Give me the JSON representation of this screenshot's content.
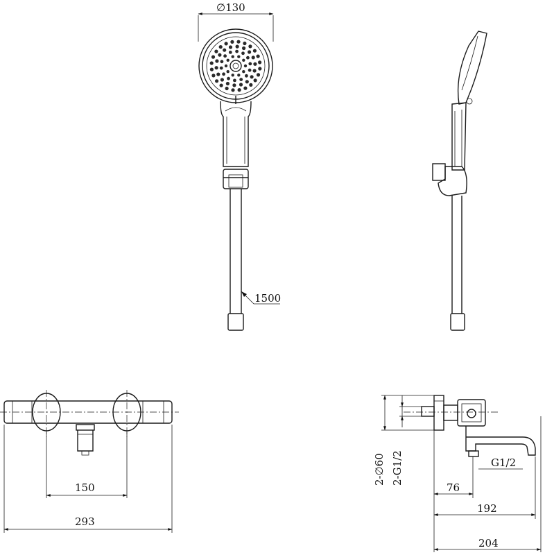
{
  "dimensions": {
    "head_diameter": "∅130",
    "hose_length": "1500",
    "inlet_spacing": "150",
    "body_length": "293",
    "escutcheon": "2-∅60",
    "inlet_thread": "2-G1/2",
    "spout_thread": "G1/2",
    "offset_76": "76",
    "offset_192": "192",
    "offset_204": "204"
  }
}
